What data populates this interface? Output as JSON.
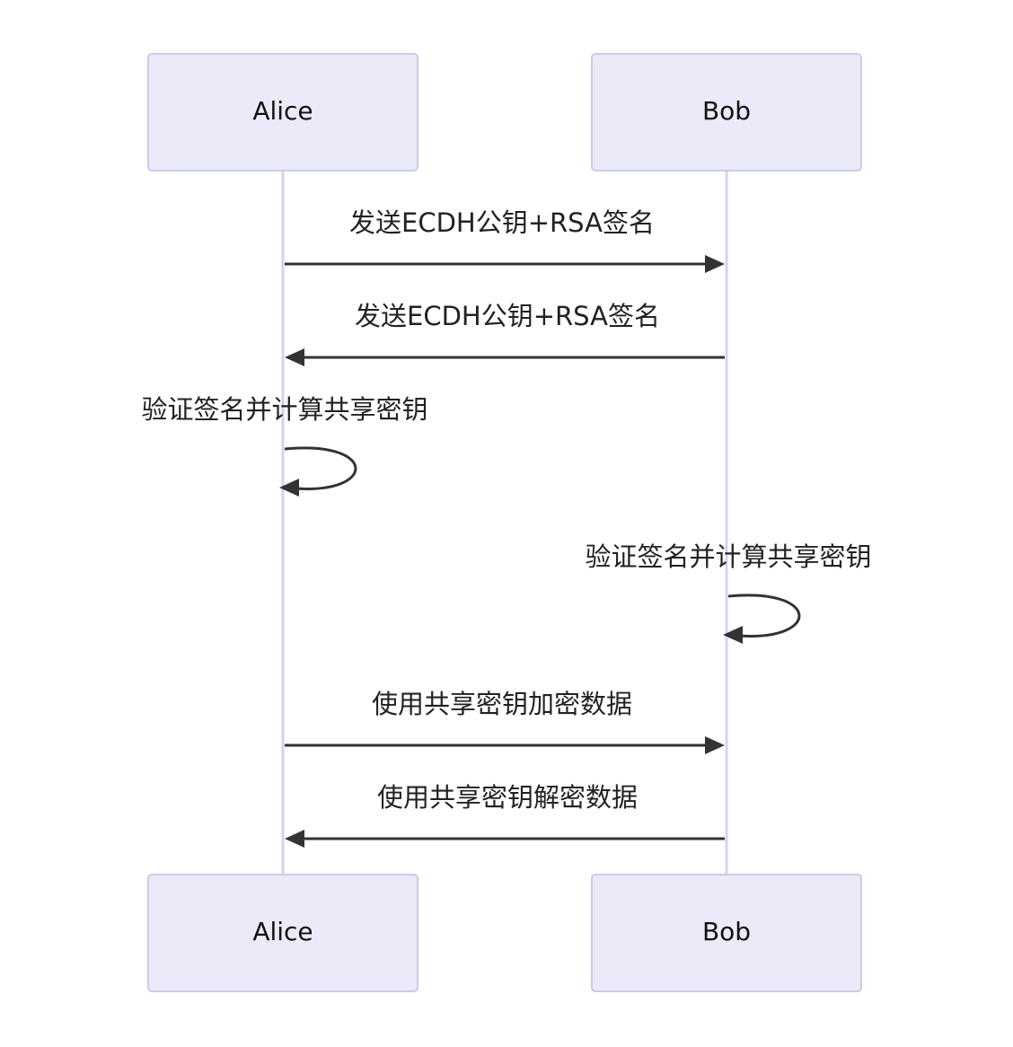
{
  "actors": {
    "alice": "Alice",
    "bob": "Bob"
  },
  "messages": [
    {
      "from": "Alice",
      "to": "Bob",
      "text": "发送ECDH公钥+RSA签名"
    },
    {
      "from": "Bob",
      "to": "Alice",
      "text": "发送ECDH公钥+RSA签名"
    },
    {
      "from": "Alice",
      "to": "Alice",
      "text": "验证签名并计算共享密钥"
    },
    {
      "from": "Bob",
      "to": "Bob",
      "text": "验证签名并计算共享密钥"
    },
    {
      "from": "Alice",
      "to": "Bob",
      "text": "使用共享密钥加密数据"
    },
    {
      "from": "Bob",
      "to": "Alice",
      "text": "使用共享密钥解密数据"
    }
  ],
  "colors": {
    "actor_fill": "#eaeaf8",
    "actor_border": "#cbcbe8",
    "lifeline": "#d6d0ef",
    "arrow": "#333333"
  }
}
